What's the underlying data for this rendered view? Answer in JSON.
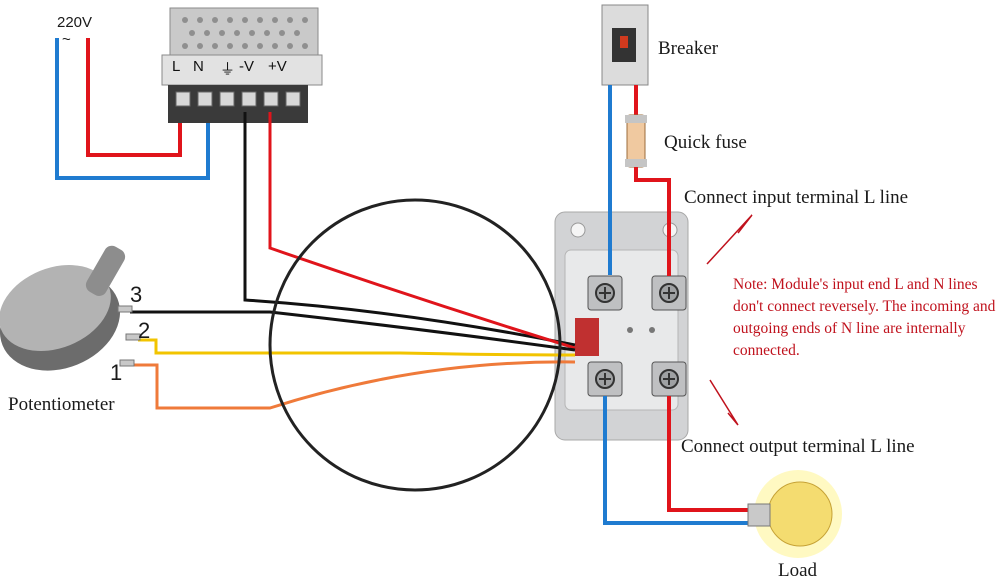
{
  "power_supply": {
    "input_voltage": "220V",
    "ac_symbol": "~",
    "terminals": [
      "L",
      "N",
      "⏚",
      "-V",
      "+V"
    ]
  },
  "breaker": {
    "label": "Breaker"
  },
  "fuse": {
    "label": "Quick fuse"
  },
  "module": {
    "input_label": "Connect input terminal L line",
    "output_label": "Connect output terminal L line",
    "note": "Note: Module's input end L and N lines don't connect reversely. The incoming and outgoing ends of N line are internally connected."
  },
  "potentiometer": {
    "label": "Potentiometer",
    "pins": [
      "3",
      "2",
      "1"
    ]
  },
  "load": {
    "label": "Load"
  },
  "colors": {
    "live": "#e0141b",
    "neutral": "#1f7bd0",
    "black": "#111111",
    "yellow": "#f2c400",
    "orange": "#ef7a3a",
    "note": "#c0121d"
  }
}
